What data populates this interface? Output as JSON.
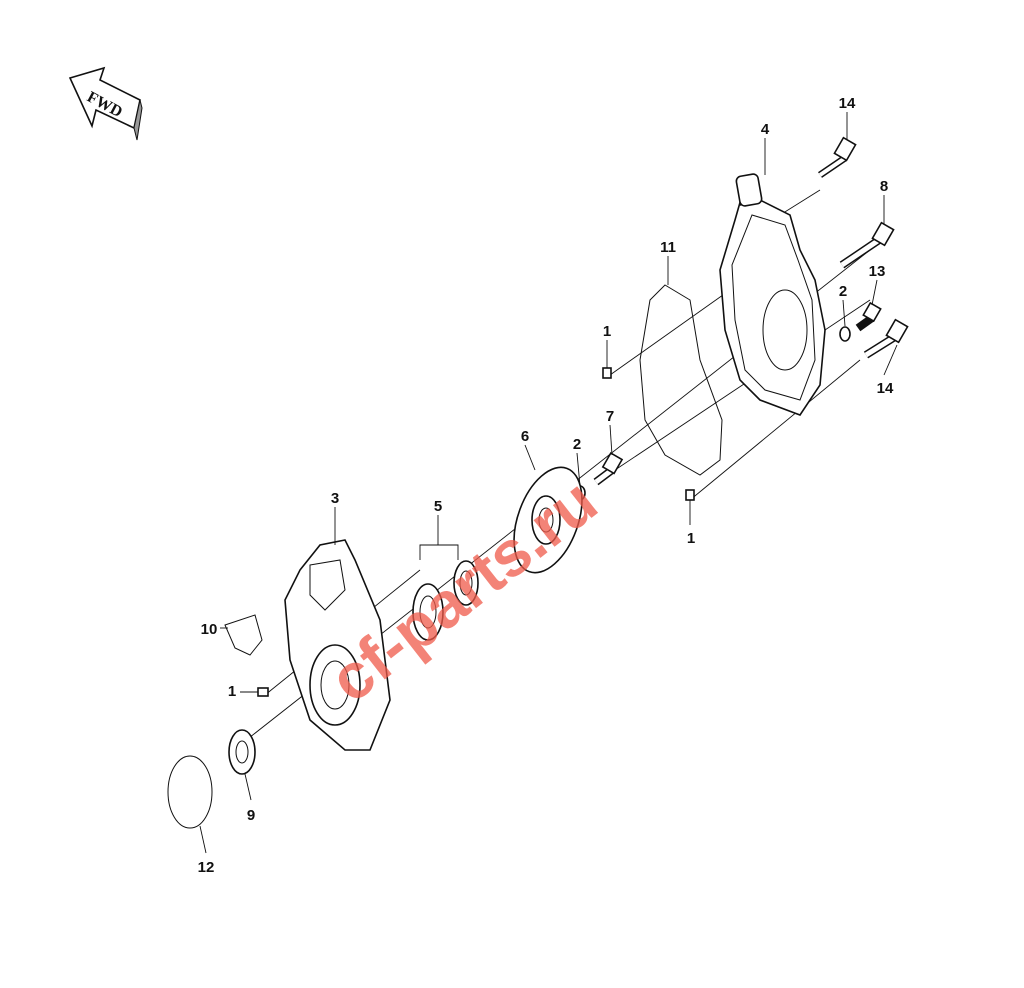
{
  "diagram": {
    "direction_marker": "FWD",
    "watermark": "cf-parts.ru",
    "callouts": [
      {
        "id": "c14a",
        "label": "14"
      },
      {
        "id": "c4",
        "label": "4"
      },
      {
        "id": "c8",
        "label": "8"
      },
      {
        "id": "c13",
        "label": "13"
      },
      {
        "id": "c2a",
        "label": "2"
      },
      {
        "id": "c14b",
        "label": "14"
      },
      {
        "id": "c11",
        "label": "11"
      },
      {
        "id": "c1a",
        "label": "1"
      },
      {
        "id": "c7",
        "label": "7"
      },
      {
        "id": "c6",
        "label": "6"
      },
      {
        "id": "c2b",
        "label": "2"
      },
      {
        "id": "c1b",
        "label": "1"
      },
      {
        "id": "c5",
        "label": "5"
      },
      {
        "id": "c3",
        "label": "3"
      },
      {
        "id": "c10",
        "label": "10"
      },
      {
        "id": "c1c",
        "label": "1"
      },
      {
        "id": "c9",
        "label": "9"
      },
      {
        "id": "c12",
        "label": "12"
      }
    ]
  }
}
